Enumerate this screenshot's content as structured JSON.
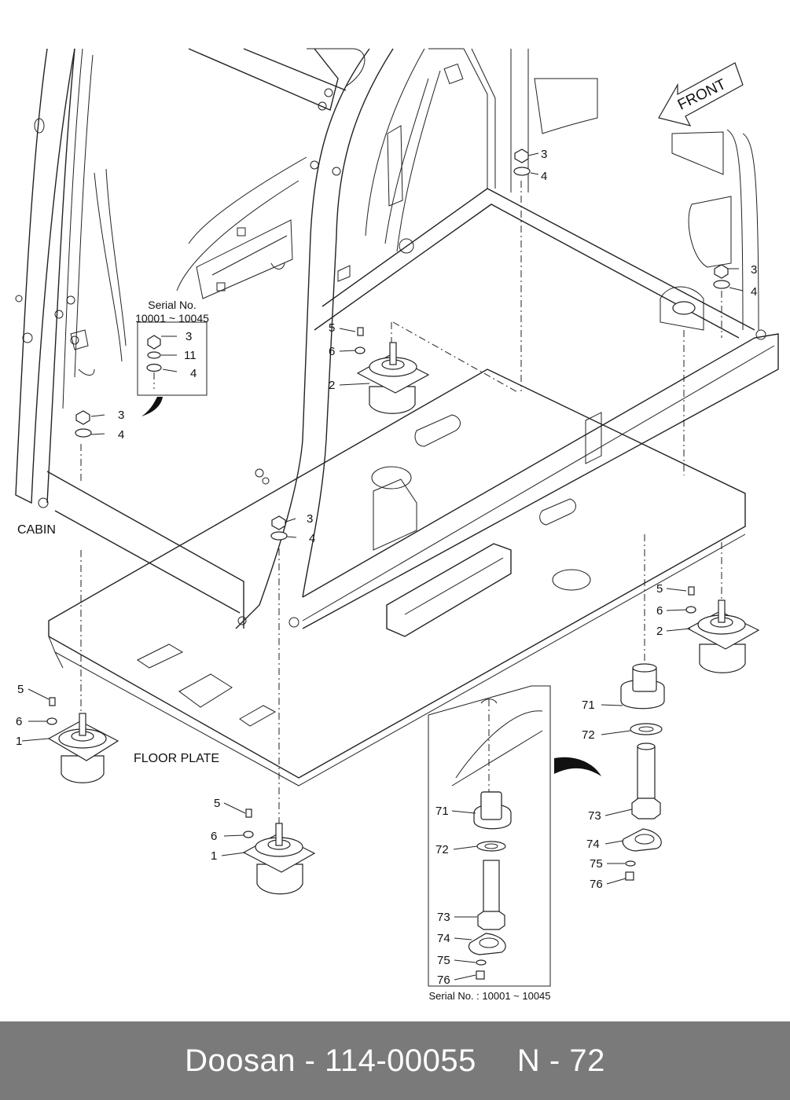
{
  "labels": {
    "front": "FRONT",
    "cabin": "CABIN",
    "floor_plate": "FLOOR PLATE",
    "serial_box_title": "Serial No.",
    "serial_box_range": "10001 ~ 10045",
    "serial_detail_caption": "Serial No. : 10001 ~ 10045"
  },
  "callouts": {
    "c3": "3",
    "c4": "4",
    "c11": "11",
    "c5": "5",
    "c6": "6",
    "c1": "1",
    "c2": "2",
    "c71": "71",
    "c72": "72",
    "c73": "73",
    "c74": "74",
    "c75": "75",
    "c76": "76"
  },
  "footer": {
    "brand": "Doosan",
    "separator": "-",
    "part_number": "114-00055",
    "ref": "N - 72"
  }
}
